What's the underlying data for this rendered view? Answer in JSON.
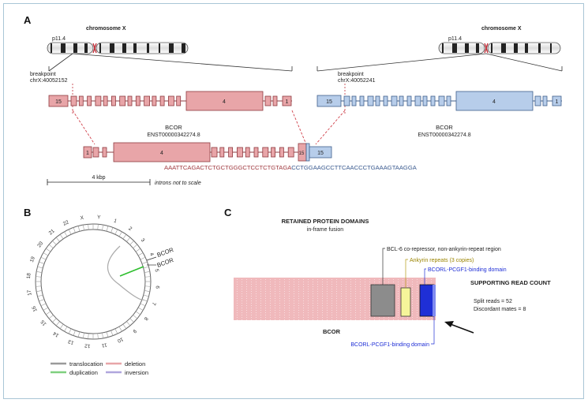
{
  "panels": {
    "a": "A",
    "b": "B",
    "c": "C"
  },
  "panel_a": {
    "left_chrom": {
      "title": "chromosome X",
      "band": "p11.4"
    },
    "right_chrom": {
      "title": "chromosome X",
      "band": "p11.4"
    },
    "left_breakpoint": {
      "label": "breakpoint",
      "coord": "chrX:40052152"
    },
    "right_breakpoint": {
      "label": "breakpoint",
      "coord": "chrX:40052241"
    },
    "left_gene": {
      "name": "BCOR",
      "transcript": "ENST00000342274.8",
      "first_exon": "15",
      "big_exon": "4",
      "last_exon": "1"
    },
    "right_gene": {
      "name": "BCOR",
      "transcript": "ENST00000342274.8",
      "first_exon": "15",
      "big_exon": "4",
      "last_exon": "1"
    },
    "fusion": {
      "first_exon": "1",
      "big_exon": "4",
      "end_exon": "15",
      "junction_exon": "15"
    },
    "sequence_red": "AAATTCAGACTCTGCTGGGCTCCTCTGTAGA",
    "sequence_blue": "CCTGGAAGCCTTCAACCCTGAAAGTAAGGA",
    "scale_label": "4 kbp",
    "scale_note": "introns not to scale"
  },
  "panel_b": {
    "chromosomes": [
      "1",
      "2",
      "3",
      "4",
      "5",
      "6",
      "7",
      "8",
      "9",
      "10",
      "11",
      "12",
      "13",
      "14",
      "15",
      "16",
      "17",
      "18",
      "19",
      "20",
      "21",
      "22",
      "X",
      "Y"
    ],
    "arc_label_1": "BCOR",
    "arc_label_2": "BCOR",
    "legend": [
      {
        "label": "translocation",
        "color": "#9a9a9a"
      },
      {
        "label": "deletion",
        "color": "#e8a5a8"
      },
      {
        "label": "duplication",
        "color": "#7fd07f"
      },
      {
        "label": "inversion",
        "color": "#b0a6dd"
      }
    ]
  },
  "panel_c": {
    "title": "RETAINED PROTEIN DOMAINS",
    "subtitle": "in-frame fusion",
    "domain_1": "BCL-6 co-repressor, non-ankyrin-repeat region",
    "domain_2": "Ankyrin repeats (3 copies)",
    "domain_3": "BCORL-PCGF1-binding domain",
    "domain_4": "BCORL-PCGF1-binding domain",
    "gene_label": "BCOR",
    "support_title": "SUPPORTING READ COUNT",
    "split_reads": "Split reads = 52",
    "discordant": "Discordant mates = 8",
    "colors": {
      "domain_1": "#8c8c8c",
      "domain_2": "#f5f59a",
      "domain_3": "#1f2fd6",
      "protein": "#f0b9bc"
    }
  }
}
